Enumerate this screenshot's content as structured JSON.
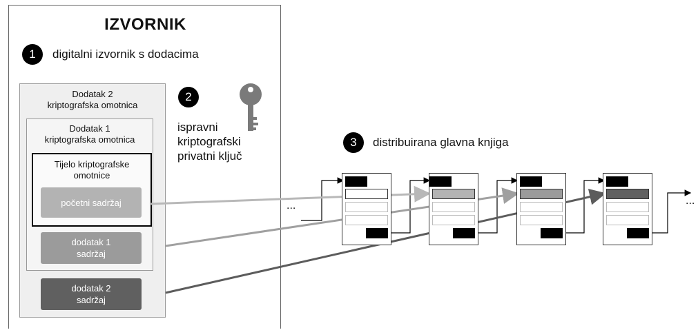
{
  "source": {
    "title": "IZVORNIK",
    "step1": {
      "number": "1",
      "label": "digitalni izvornik s dodacima"
    },
    "envelope2": {
      "line1": "Dodatak 2",
      "line2": "kriptografska omotnica"
    },
    "envelope1": {
      "line1": "Dodatak 1",
      "line2": "kriptografska omotnica"
    },
    "body_envelope": {
      "line1": "Tijelo kriptografske",
      "line2": "omotnice"
    },
    "contents": {
      "initial": "početni sadržaj",
      "addon1_line1": "dodatak 1",
      "addon1_line2": "sadržaj",
      "addon2_line1": "dodatak 2",
      "addon2_line2": "sadržaj"
    }
  },
  "key": {
    "number": "2",
    "line1": "ispravni",
    "line2": "kriptografski",
    "line3": "privatni ključ",
    "icon": "key-icon"
  },
  "ledger": {
    "number": "3",
    "label": "distribuirana glavna knjiga",
    "ellipsis_left": "...",
    "ellipsis_right": "..."
  },
  "colors": {
    "initial_content": "#b3b3b3",
    "addon1_content": "#9b9b9b",
    "addon2_content": "#606060",
    "arrow_initial": "#b8b8b8",
    "arrow_addon1": "#a0a0a0",
    "arrow_addon2": "#5c5c5c"
  }
}
